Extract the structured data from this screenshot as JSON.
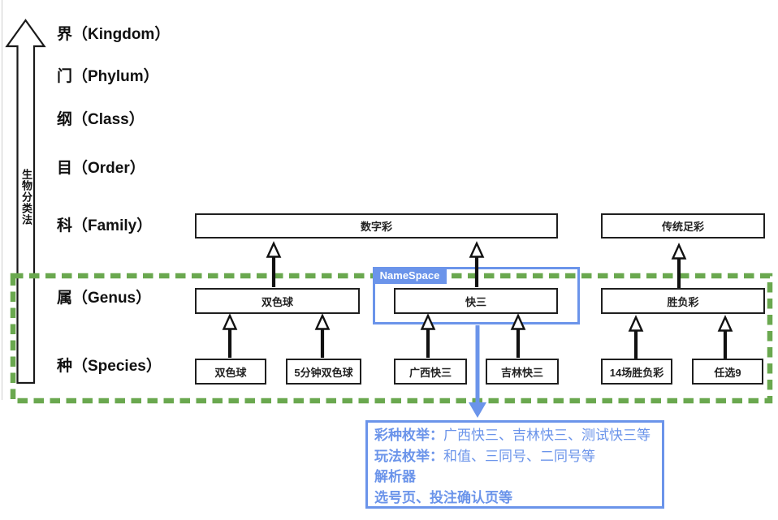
{
  "colors": {
    "dashed_scope_green": "#6aa84f",
    "namespace_blue": "#6b94ea",
    "box_border_black": "#1f1f1f"
  },
  "axis": {
    "label": "生物分类法"
  },
  "ranks": [
    {
      "label": "界（Kingdom）"
    },
    {
      "label": "门（Phylum）"
    },
    {
      "label": "纲（Class）"
    },
    {
      "label": "目（Order）"
    },
    {
      "label": "科（Family）"
    },
    {
      "label": "属（Genus）"
    },
    {
      "label": "种（Species）"
    }
  ],
  "families": [
    {
      "label": "数字彩"
    },
    {
      "label": "传统足彩"
    }
  ],
  "genera": [
    {
      "label": "双色球"
    },
    {
      "label": "快三"
    },
    {
      "label": "胜负彩"
    }
  ],
  "species": [
    {
      "label": "双色球"
    },
    {
      "label": "5分钟双色球"
    },
    {
      "label": "广西快三"
    },
    {
      "label": "吉林快三"
    },
    {
      "label": "14场胜负彩"
    },
    {
      "label": "任选9"
    }
  ],
  "namespace": {
    "tag": "NameSpace"
  },
  "annotation": {
    "lines": [
      {
        "label": "彩种枚举：",
        "content": "广西快三、吉林快三、测试快三等"
      },
      {
        "label": "玩法枚举：",
        "content": "和值、三同号、二同号等"
      },
      {
        "label": "解析器",
        "content": ""
      },
      {
        "label": "选号页、投注确认页等",
        "content": ""
      }
    ]
  }
}
